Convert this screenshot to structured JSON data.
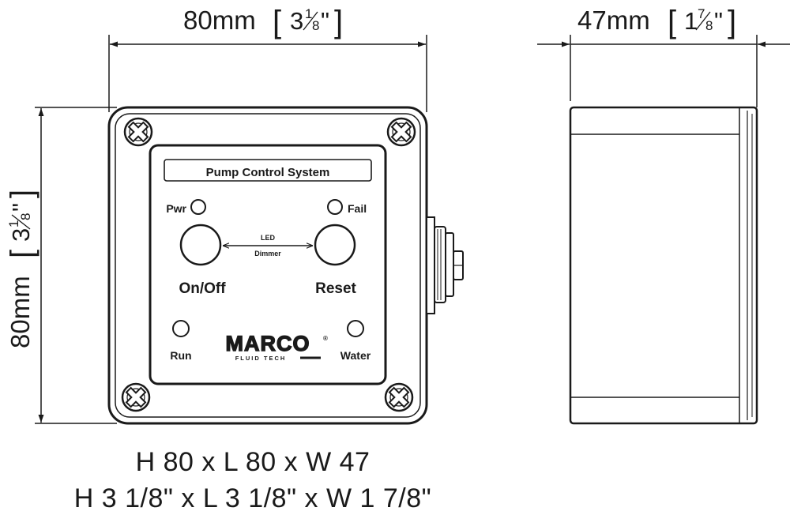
{
  "dimensions": {
    "front_width": {
      "metric": "80mm",
      "whole": "3",
      "num": "1",
      "den": "8",
      "quote": "\""
    },
    "front_height": {
      "metric": "80mm",
      "whole": "3",
      "num": "1",
      "den": "8",
      "quote": "\""
    },
    "side_depth": {
      "metric": "47mm",
      "whole": "1",
      "num": "7",
      "den": "8",
      "quote": "\""
    }
  },
  "panel": {
    "title": "Pump Control System",
    "pwr_label": "Pwr",
    "fail_label": "Fail",
    "led_label": "LED",
    "dimmer_label": "Dimmer",
    "onoff_label": "On/Off",
    "reset_label": "Reset",
    "run_label": "Run",
    "water_label": "Water",
    "brand": "MARCO",
    "brand_sub": "FLUID TECH",
    "brand_mark": "®"
  },
  "summary": {
    "metric_line": "H 80 x L 80 x W 47",
    "imperial_line": "H 3 1/8\" x L 3 1/8\" x W 1 7/8\""
  }
}
